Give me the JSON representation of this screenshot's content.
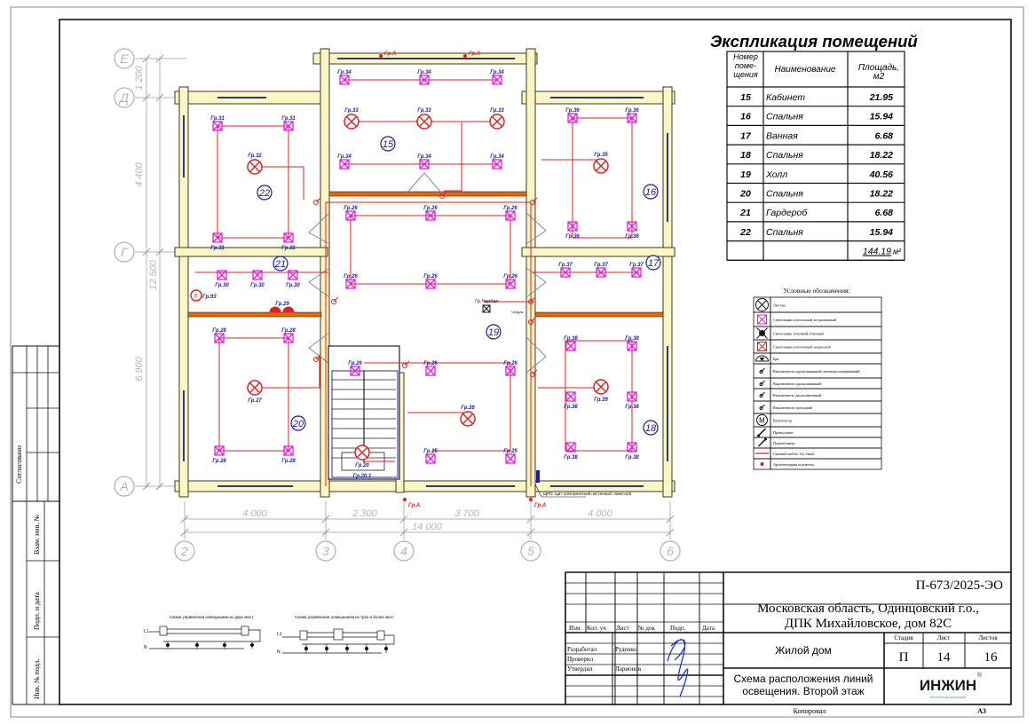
{
  "sheet": {
    "format": "А3",
    "copied_label": "Копировал"
  },
  "side_stamp": {
    "agreed": "Согласовано",
    "replaced_inv": "Взам. инв. №",
    "sign_date": "Подп. и дата",
    "inv_orig": "Инв. № подл."
  },
  "axes": {
    "rows": [
      "Е",
      "Д",
      "Г",
      "А"
    ],
    "cols": [
      "2",
      "3",
      "4",
      "5",
      "6"
    ],
    "row_dims": [
      "1 200",
      "4 400",
      "6 900"
    ],
    "row_total": "12 500",
    "col_dims": [
      "4 000",
      "2 300",
      "3 700",
      "4 000"
    ],
    "col_total": "14 000"
  },
  "rooms": [
    {
      "num": "15"
    },
    {
      "num": "16"
    },
    {
      "num": "17"
    },
    {
      "num": "18"
    },
    {
      "num": "19"
    },
    {
      "num": "20"
    },
    {
      "num": "21"
    },
    {
      "num": "22"
    }
  ],
  "fixture_labels": {
    "g22_ceiling": "Гр.31",
    "g22_pendant": "Гр.32",
    "g15_ceiling": "Гр.34",
    "g15_pendant": "Гр.33",
    "g16_ceiling": "Гр.36",
    "g16_pendant": "Гр.35",
    "g17_ceiling": "Гр.37",
    "g21_ceiling": "Гр.30",
    "g21_fan": "Гр.93",
    "g21_sconce": "Гр.29",
    "g20_ceiling": "Гр.28",
    "g20_pendant": "Гр.27",
    "g19_ceiling": "Гр.26",
    "g19_ceiling2": "Гр.25",
    "g19_pendant": "Гр.26",
    "g19_attic": "Гр.Чердак",
    "attic_switch": "Чердак",
    "stair_pendant": "Гр.20",
    "stair_strip": "Гр.20.1",
    "g18_ceiling": "Гр.38",
    "g18_pendant": "Гр.39",
    "facade": "Гр.А"
  },
  "panel_note": "ЩРО, щит электрический настенный, навесной",
  "explication": {
    "title": "Экспликация помещений",
    "headers": [
      "Номер поме-щения",
      "Наименование",
      "Площадь, м2"
    ],
    "rows": [
      {
        "num": "15",
        "name": "Кабинет",
        "area": "21.95"
      },
      {
        "num": "16",
        "name": "Спальня",
        "area": "15.94"
      },
      {
        "num": "17",
        "name": "Ванная",
        "area": "6.68"
      },
      {
        "num": "18",
        "name": "Спальня",
        "area": "18.22"
      },
      {
        "num": "19",
        "name": "Холл",
        "area": "40.56"
      },
      {
        "num": "20",
        "name": "Спальня",
        "area": "18.22"
      },
      {
        "num": "21",
        "name": "Гардероб",
        "area": "6.68"
      },
      {
        "num": "22",
        "name": "Спальня",
        "area": "15.94"
      }
    ],
    "total": "144.19",
    "total_unit": "м²"
  },
  "legend": {
    "title": "Условные обозначения:",
    "items": [
      {
        "icon": "chandelier-icon",
        "label": "Люстра"
      },
      {
        "icon": "ceiling-light-recessed-icon",
        "label": "Светильник потолочный, встраиваемый"
      },
      {
        "icon": "spot-light-icon",
        "label": "Светильник точечный обычный"
      },
      {
        "icon": "ceiling-light-surface-icon",
        "label": "Светильник потолочный, подвесной"
      },
      {
        "icon": "sconce-icon",
        "label": "Бра"
      },
      {
        "icon": "switch-single-ip-icon",
        "label": "Выключатель одноклавишный пылевлагозащищённый"
      },
      {
        "icon": "switch-single-icon",
        "label": "Выключатель одноклавишный"
      },
      {
        "icon": "switch-double-icon",
        "label": "Выключатель двухклавишный"
      },
      {
        "icon": "switch-passthrough-icon",
        "label": "Выключатель проходной"
      },
      {
        "icon": "fan-icon",
        "label": "Вентилятор"
      },
      {
        "icon": "wire-down-icon",
        "label": "Провод вниз"
      },
      {
        "icon": "wire-up-icon",
        "label": "Подъем вверх"
      },
      {
        "icon": "cable-line-icon",
        "label": "Силовой кабель 3х1,5мм2"
      },
      {
        "icon": "facade-light-icon",
        "label": "Архитектурная подсветка"
      }
    ]
  },
  "schemes": {
    "two_place": "Схема управления освещением из двух мест",
    "three_place": "Схема управления освещением из трех и более мест",
    "l1": "L1",
    "n": "N"
  },
  "title_block": {
    "code": "П-673/2025-ЭО",
    "address_line1": "Московская область, Одинцовский г.о.,",
    "address_line2": "ДПК Михайловское, дом 82С",
    "object": "Жилой дом",
    "drawing_line1": "Схема расположения линий",
    "drawing_line2": "освещения. Второй этаж",
    "col_headers": [
      "Изм.",
      "Кол. уч",
      "Лист",
      "№ док",
      "Подп.",
      "Дата"
    ],
    "roles": [
      {
        "role": "Разработал",
        "name": "Руденко"
      },
      {
        "role": "Проверил",
        "name": ""
      },
      {
        "role": "Утвердил",
        "name": "Ларионов"
      }
    ],
    "stage_label": "Стадия",
    "sheet_label": "Лист",
    "sheets_label": "Листов",
    "stage": "П",
    "sheet": "14",
    "sheets": "16",
    "logo": "ИНЖИН",
    "logo_sub": "Инженерные инновации",
    "logo_mark": "®"
  },
  "colors": {
    "wall_fill": "#fbf6c4",
    "wall_stroke": "#3a3a2a",
    "partition": "#e06a10",
    "cable": "#e02020",
    "fixture": "#e020e0",
    "label_blue": "#1a1aa8",
    "axis_grey": "#b4b4b4",
    "window": "#2a3a7a",
    "logo_black": "#1b1b1b",
    "logo_green": "#2fb52f",
    "signature": "#1f2fd0"
  }
}
